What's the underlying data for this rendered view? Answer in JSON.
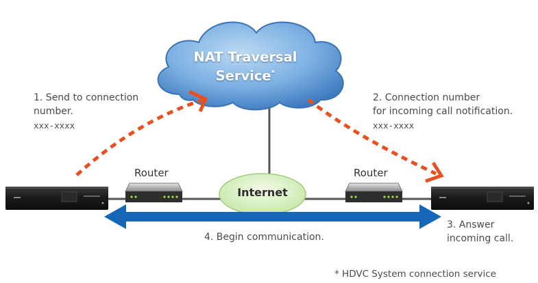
{
  "cloud": {
    "title_line1": "NAT Traversal",
    "title_line2": "Service",
    "marker": "*"
  },
  "internet_label": "Internet",
  "routers": [
    {
      "label": "Router"
    },
    {
      "label": "Router"
    }
  ],
  "steps": {
    "step1": {
      "line1": "1. Send to connection",
      "line2": "number.",
      "line3": "xxx-xxxx"
    },
    "step2": {
      "line1": "2. Connection number",
      "line2": "for incoming call notification.",
      "line3": "xxx-xxxx"
    },
    "step3": {
      "line1": "3. Answer",
      "line2": "incoming call."
    },
    "step4": {
      "line1": "4. Begin communication."
    }
  },
  "footnote": "* HDVC System connection service",
  "colors": {
    "cloud_fill": "#6fa4d9",
    "arrow_orange": "#e8501f",
    "comm_arrow_blue": "#1565b8",
    "internet_fill": "#d8efc2",
    "line_gray": "#555555"
  },
  "icons": [
    "cloud-icon",
    "router-icon",
    "hdvc-unit-icon",
    "dashed-arrow-icon",
    "double-arrow-icon"
  ]
}
